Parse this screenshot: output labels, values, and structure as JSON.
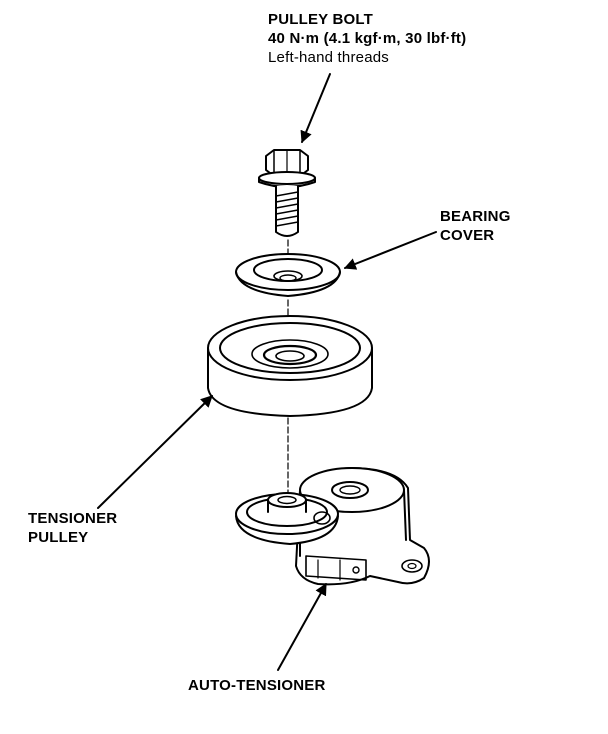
{
  "labels": {
    "pulley_bolt": {
      "name": "PULLEY BOLT",
      "torque": "40 N·m (4.1 kgf·m, 30 lbf·ft)",
      "note": "Left-hand threads"
    },
    "bearing_cover": {
      "line1": "BEARING",
      "line2": "COVER"
    },
    "tensioner_pulley": {
      "line1": "TENSIONER",
      "line2": "PULLEY"
    },
    "auto_tensioner": {
      "name": "AUTO-TENSIONER"
    }
  }
}
